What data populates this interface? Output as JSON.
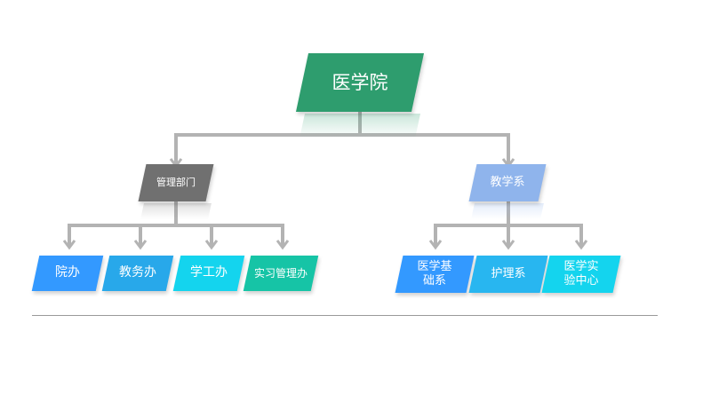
{
  "diagram": {
    "root": {
      "label": "医学院",
      "color": "#2e9d6e"
    },
    "branches": [
      {
        "label": "管理部门",
        "color": "#707070",
        "children": [
          {
            "label": "院办",
            "color": "#3399ff"
          },
          {
            "label": "教务办",
            "color": "#28a8ea"
          },
          {
            "label": "学工办",
            "color": "#14d4ee"
          },
          {
            "label": "实习管理办",
            "color": "#16c4a6"
          }
        ]
      },
      {
        "label": "教学系",
        "color": "#8fb4ec",
        "children": [
          {
            "label": "医学基\n础系",
            "color": "#3399ff"
          },
          {
            "label": "护理系",
            "color": "#28b6f0"
          },
          {
            "label": "医学实\n验中心",
            "color": "#14d4ee"
          }
        ]
      }
    ],
    "connector_color": "#b3b3b3"
  }
}
